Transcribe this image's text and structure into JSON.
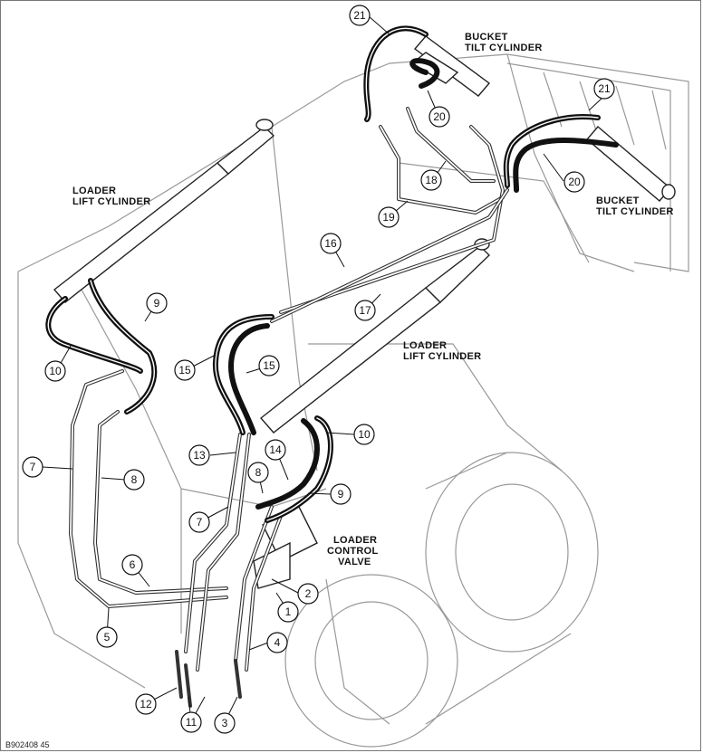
{
  "labels": {
    "bucket_tilt_top": [
      "BUCKET",
      "TILT CYLINDER"
    ],
    "bucket_tilt_right": [
      "BUCKET",
      "TILT CYLINDER"
    ],
    "loader_lift_left": [
      "LOADER",
      "LIFT CYLINDER"
    ],
    "loader_lift_right": [
      "LOADER",
      "LIFT CYLINDER"
    ],
    "control_valve": [
      "LOADER",
      "CONTROL",
      "VALVE"
    ]
  },
  "callouts": {
    "c21a": "21",
    "c21b": "21",
    "c20a": "20",
    "c20b": "20",
    "c18": "18",
    "c19": "19",
    "c16": "16",
    "c17": "17",
    "c9a": "9",
    "c9b": "9",
    "c10a": "10",
    "c10b": "10",
    "c15a": "15",
    "c15b": "15",
    "c14": "14",
    "c13": "13",
    "c7a": "7",
    "c7b": "7",
    "c8a": "8",
    "c8b": "8",
    "c6": "6",
    "c5": "5",
    "c2": "2",
    "c1": "1",
    "c4": "4",
    "c3": "3",
    "c11": "11",
    "c12": "12"
  },
  "figure_code": "B902408 45"
}
